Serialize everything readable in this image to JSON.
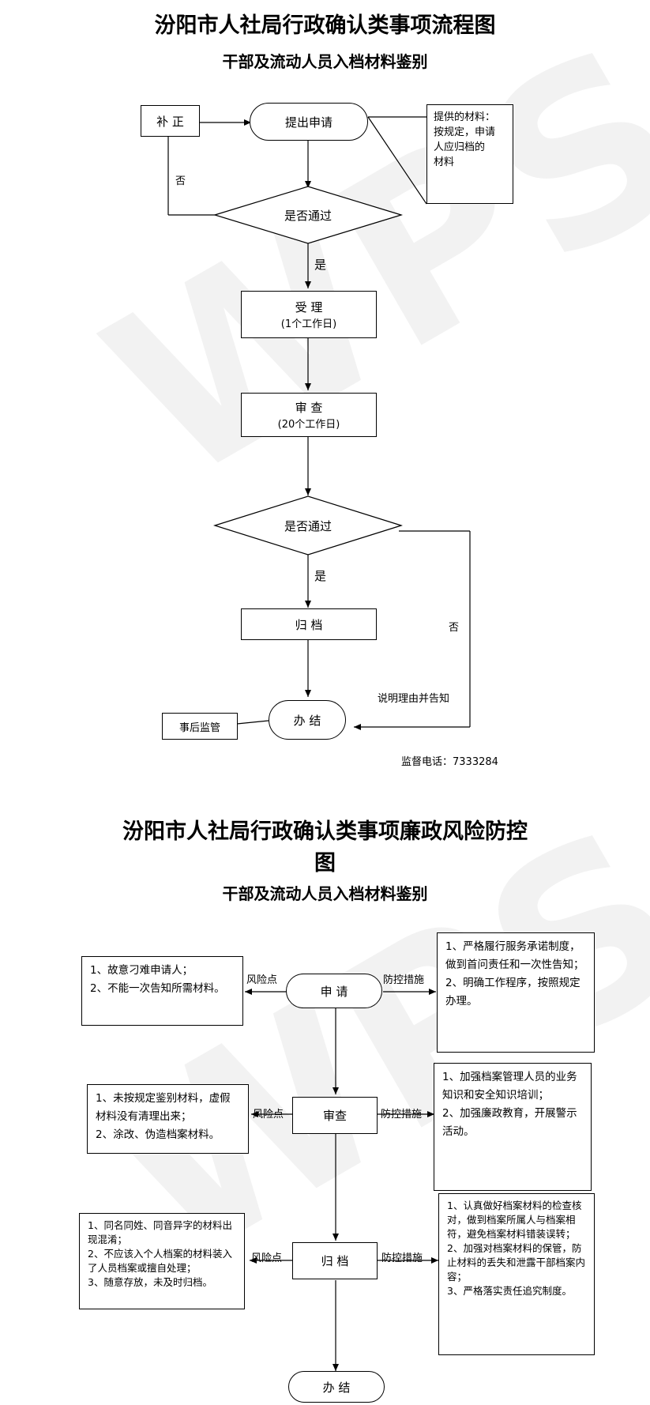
{
  "flow": {
    "title": "汾阳市人社局行政确认类事项流程图",
    "subtitle": "干部及流动人员入档材料鉴别",
    "buzheng": "补 正",
    "apply": "提出申请",
    "note": "提供的材料：\n按规定，申请\n人应归档的\n材料",
    "no1": "否",
    "pass1": "是否通过",
    "yes1": "是",
    "accept": "受  理",
    "accept_days": "(1个工作日)",
    "review": "审  查",
    "review_days": "(20个工作日)",
    "pass2": "是否通过",
    "yes2": "是",
    "archive": "归  档",
    "no2": "否",
    "explain": "说明理由并告知",
    "supervise_after": "事后监管",
    "finish": "办  结",
    "phone": "监督电话：7333284"
  },
  "risk": {
    "title_line1": "汾阳市人社局行政确认类事项廉政风险防控",
    "title_line2": "图",
    "subtitle": "干部及流动人员入档材料鉴别",
    "risk_label": "风险点",
    "control_label": "防控措施",
    "steps": [
      {
        "label": "申  请",
        "risk": "1、故意刁难申请人；\n2、不能一次告知所需材料。",
        "control": "1、严格履行服务承诺制度，做到首问责任和一次性告知；\n2、明确工作程序，按照规定办理。"
      },
      {
        "label": "审查",
        "risk": "1、未按规定鉴别材料，虚假材料没有清理出来；\n2、涂改、伪造档案材料。",
        "control": "1、加强档案管理人员的业务知识和安全知识培训；\n2、加强廉政教育，开展警示活动。"
      },
      {
        "label": "归  档",
        "risk": "1、同名同姓、同音异字的材料出现混淆；\n2、不应该入个人档案的材料装入了人员档案或擅自处理；\n3、随意存放，未及时归档。",
        "control": "1、认真做好档案材料的检查核对，做到档案所属人与档案相符，避免档案材料错装误转；\n2、加强对档案材料的保管，防止材料的丢失和泄露干部档案内容；\n3、严格落实责任追究制度。"
      }
    ],
    "finish": "办  结"
  },
  "watermark": "WPS"
}
